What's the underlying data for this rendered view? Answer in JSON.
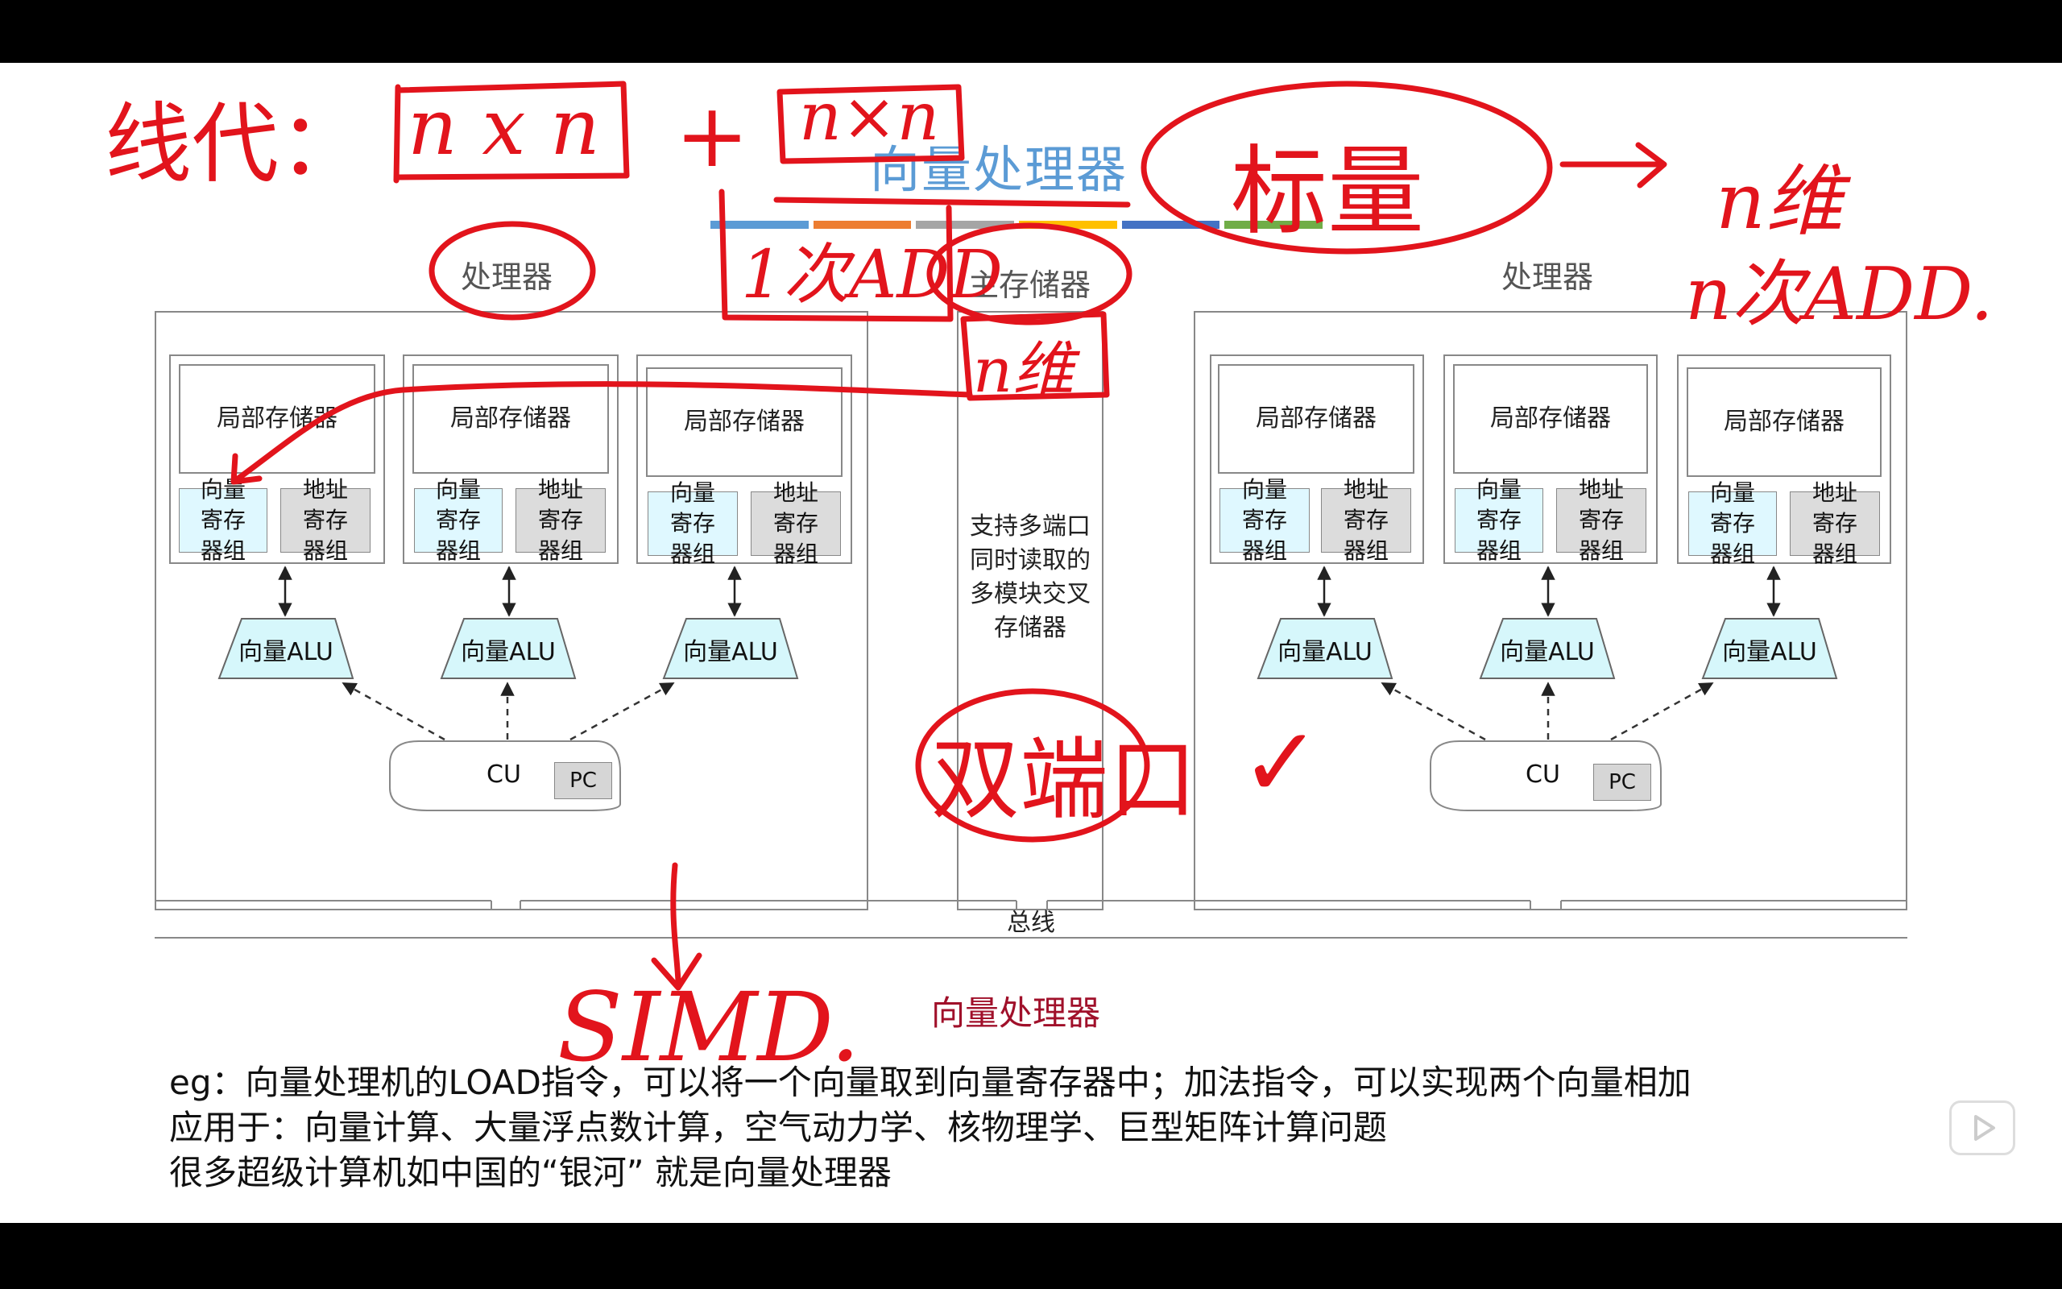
{
  "slide": {
    "title": "向量处理器",
    "processor_label_left": "处理器",
    "processor_label_right": "处理器",
    "main_memory_label": "主存储器",
    "memory_description": "支持多端口同时读取的多模块交叉存储器",
    "bus_label": "总线",
    "diagram_caption": "向量处理器",
    "local_memory": "局部存储器",
    "vector_register": "向量寄存器组",
    "address_register": "地址寄存器组",
    "vector_alu": "向量ALU",
    "cu": "CU",
    "pc": "PC",
    "text_lines": [
      "eg：向量处理机的LOAD指令，可以将一个向量取到向量寄存器中；加法指令，可以实现两个向量相加",
      "应用于：向量计算、大量浮点数计算，空气动力学、核物理学、巨型矩阵计算问题",
      "很多超级计算机如中国的“银河” 就是向量处理器"
    ],
    "title_bar_colors": [
      "#5b9bd5",
      "#ed7d31",
      "#a5a5a5",
      "#ffc000",
      "#4472c4",
      "#70ad47"
    ]
  },
  "annotations": {
    "top_left": "线代：",
    "matrix_a": "n x n",
    "plus": "+",
    "matrix_b": "n×n",
    "scalar": "标量",
    "arrow_result_1": "n维",
    "arrow_result_2": "n次ADD.",
    "one_add": "1次ADD",
    "n_dim": "n维",
    "dual_port": "双端口",
    "check": "✓",
    "simd": "SIMD."
  },
  "colors": {
    "annotation": "#e2141c",
    "caption": "#a0102a",
    "title": "#5b9bd5"
  }
}
